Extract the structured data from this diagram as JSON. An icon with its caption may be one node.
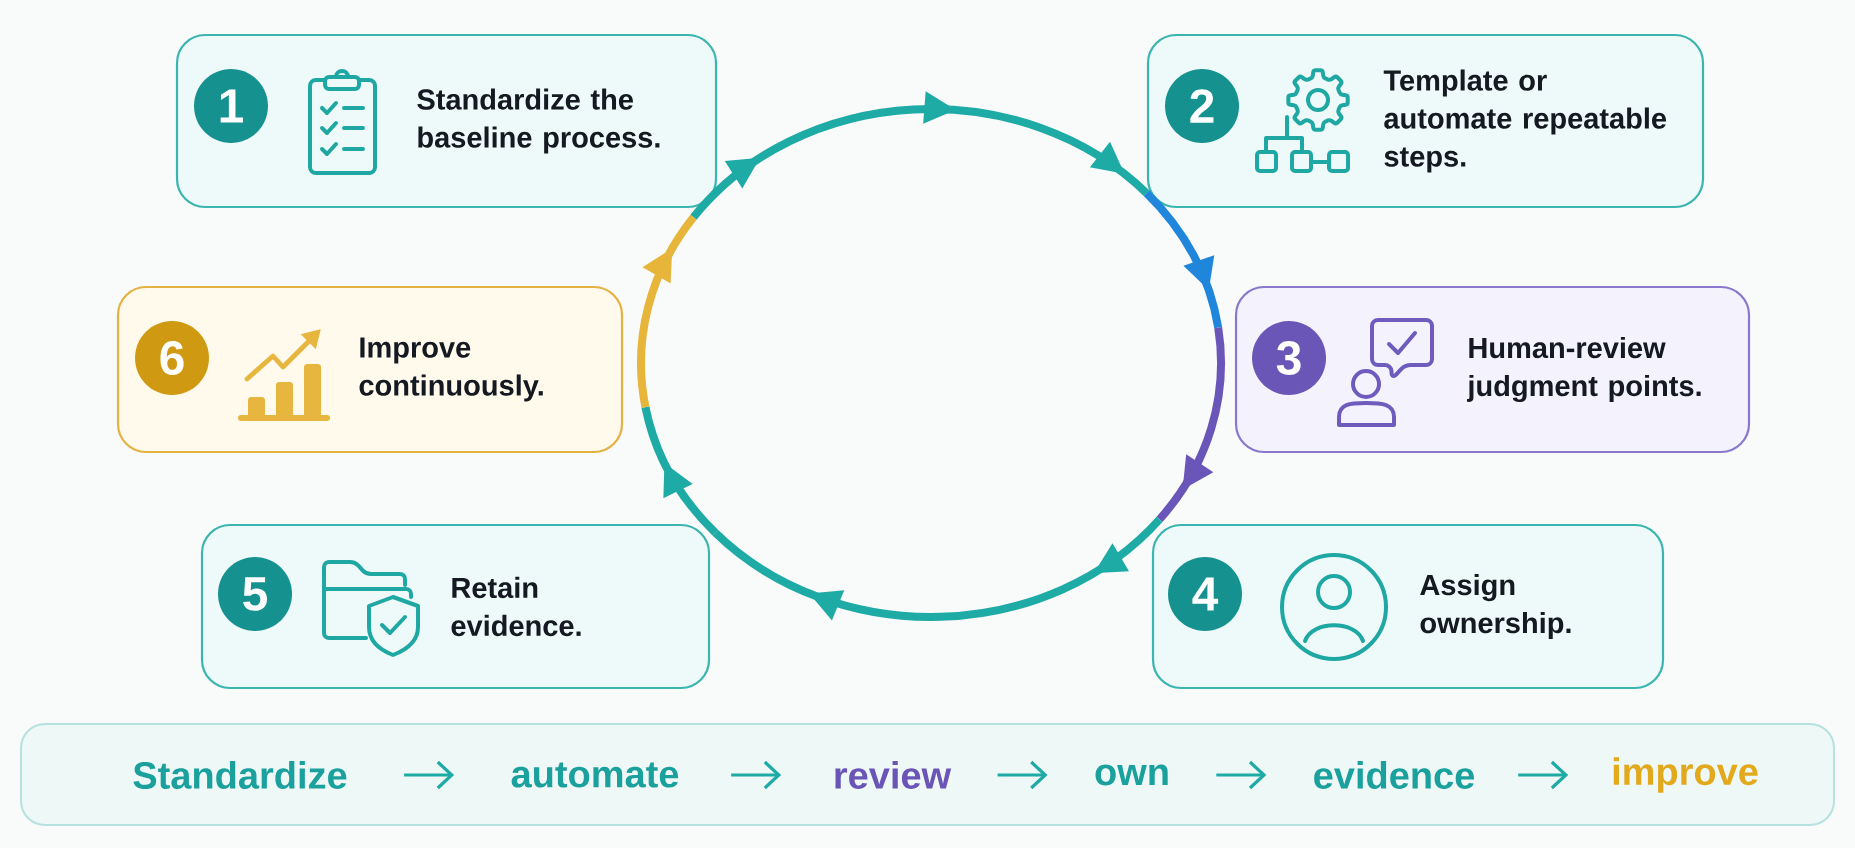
{
  "diagram": {
    "nodes": [
      {
        "text": [
          "Standardize the baseline process."
        ]
      },
      {
        "text": [
          "1"
        ],
        "in": 0
      },
      {
        "text": [
          "Template or automate repeatable steps."
        ]
      },
      {
        "text": [
          "2"
        ],
        "in": 2
      },
      {
        "text": [
          "Human-review judgment points."
        ]
      },
      {
        "text": [
          "3"
        ],
        "in": 4
      },
      {
        "text": [
          "Assign ownership."
        ]
      },
      {
        "text": [
          "4"
        ],
        "in": 6
      },
      {
        "text": [
          "Retain evidence."
        ]
      },
      {
        "text": [
          "5"
        ],
        "in": 8
      },
      {
        "text": [
          "Improve continuously."
        ]
      },
      {
        "text": [
          "6"
        ],
        "in": 10
      },
      {
        "text": [],
        "shape": "box"
      },
      {
        "text": [
          "Standardize"
        ],
        "in": 12
      },
      {
        "text": [
          "automate"
        ],
        "in": 12
      },
      {
        "text": [
          "review"
        ],
        "in": 12
      },
      {
        "text": [
          "own"
        ],
        "in": 12
      },
      {
        "text": [
          "evidence"
        ],
        "in": 12
      },
      {
        "text": [
          "improve"
        ],
        "in": 12
      }
    ],
    "edges": [
      {
        "from": 0,
        "to": 2,
        "arrow": "to"
      },
      {
        "from": 2,
        "to": 4,
        "arrow": "to",
        "color": "#1f86db"
      },
      {
        "from": 4,
        "to": 6,
        "arrow": "to",
        "color": "#6a55b8"
      },
      {
        "from": 6,
        "to": 8,
        "arrow": "to"
      },
      {
        "from": 8,
        "to": 10,
        "arrow": "to"
      },
      {
        "from": 10,
        "to": 0,
        "arrow": "to",
        "color": "#e6b53a"
      },
      {
        "from": 13,
        "to": 14,
        "arrow": "to"
      },
      {
        "from": 14,
        "to": 15,
        "arrow": "to"
      },
      {
        "from": 15,
        "to": 16,
        "arrow": "to"
      },
      {
        "from": 16,
        "to": 17,
        "arrow": "to"
      },
      {
        "from": 17,
        "to": 18,
        "arrow": "to"
      }
    ]
  }
}
